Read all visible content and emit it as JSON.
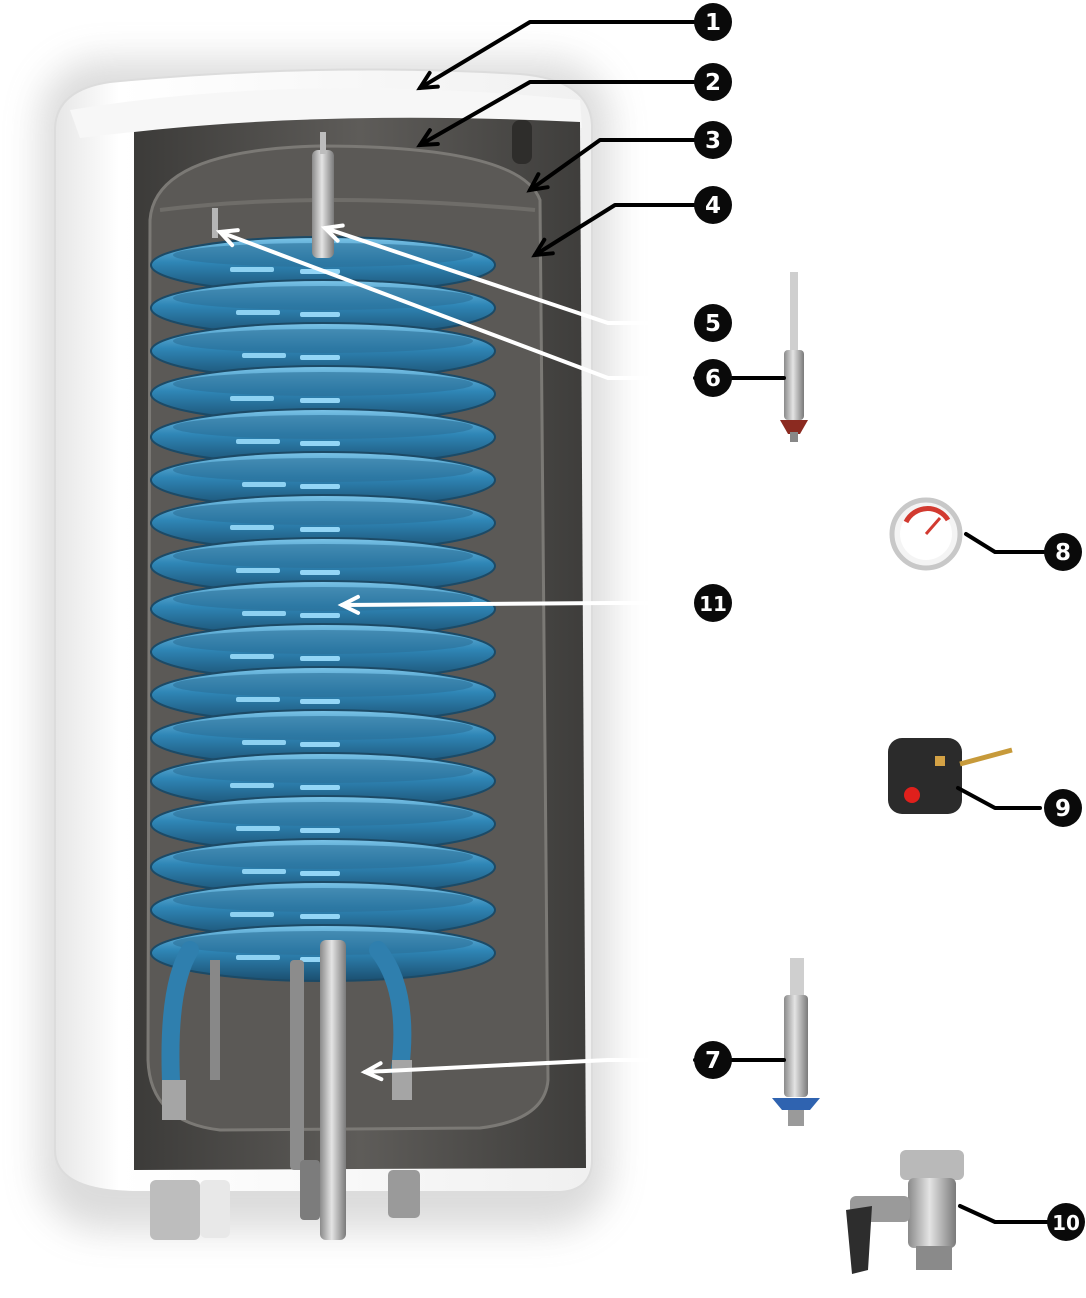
{
  "callouts": [
    {
      "id": "1",
      "label": "1"
    },
    {
      "id": "2",
      "label": "2"
    },
    {
      "id": "3",
      "label": "3"
    },
    {
      "id": "4",
      "label": "4"
    },
    {
      "id": "5",
      "label": "5"
    },
    {
      "id": "6",
      "label": "6"
    },
    {
      "id": "7",
      "label": "7"
    },
    {
      "id": "8",
      "label": "8"
    },
    {
      "id": "9",
      "label": "9"
    },
    {
      "id": "10",
      "label": "10"
    },
    {
      "id": "11",
      "label": "11"
    }
  ],
  "colors": {
    "badge": "#0a0a0a",
    "badge_text": "#ffffff",
    "leader_dark": "#000000",
    "leader_light": "#ffffff",
    "casing": "#f2f2f2",
    "insulation": "#4f4d4a",
    "tank": "#5c5a57",
    "coil": "#2f7fae",
    "coil_highlight": "#9fe0ff",
    "gauge_red": "#d23a30",
    "flange_blue": "#2f63b0"
  },
  "icons": {
    "item_5_6": "anode-rod-icon",
    "item_7": "heating-element-icon",
    "item_8": "thermometer-gauge-icon",
    "item_9": "thermostat-icon",
    "item_10": "safety-valve-icon"
  }
}
